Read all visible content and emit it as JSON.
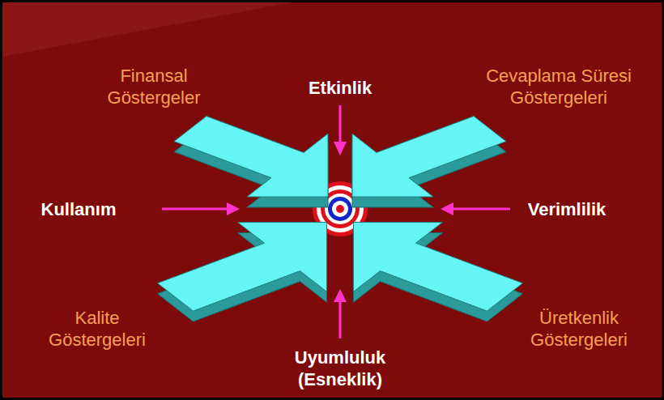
{
  "diagram": {
    "labels": [
      "Finansal Göstergeler",
      "Etkinlik",
      "Cevaplama Süresi Göstergeleri",
      "Kullanım",
      "Verimlilik",
      "Kalite Göstergeleri",
      "Üretkenlik Göstergeleri",
      "Uyumluluk (Esneklik)"
    ]
  }
}
